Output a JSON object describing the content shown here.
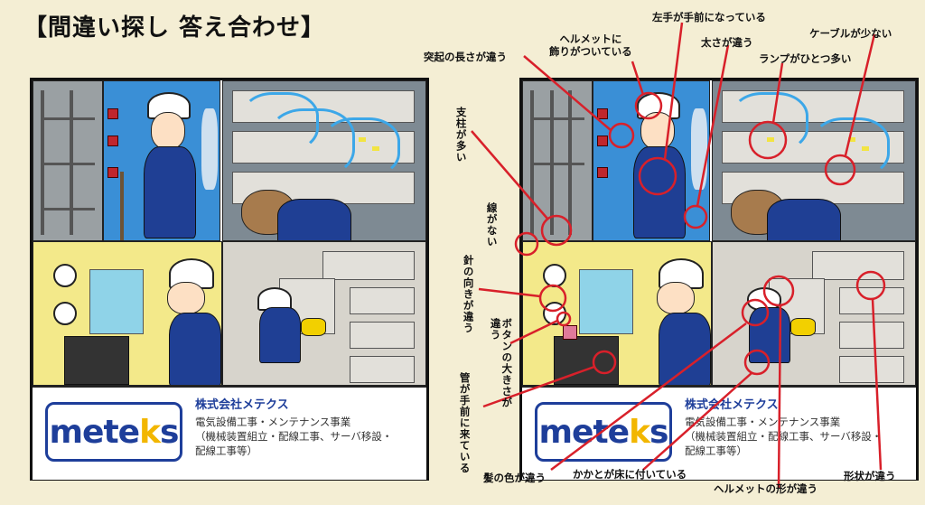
{
  "title": "【間違い探し  答え合わせ】",
  "company": {
    "logo_prefix": "mete",
    "logo_k": "k",
    "logo_suffix": "s",
    "name": "株式会社メテクス",
    "line1": "電気設備工事・メンテナンス事業",
    "line2": "（機械装置組立・配線工事、サーバ移設・",
    "line3": "配線工事等）"
  },
  "colors": {
    "accent_red": "#d8202a",
    "brand_blue": "#1e3e9a",
    "brand_yellow": "#f2b600",
    "background": "#f4eed4"
  },
  "annotations": {
    "helmet_decoration": "ヘルメットに\n飾りがついている",
    "left_hand": "左手が手前になっている",
    "cable_few": "ケーブルが少ない",
    "protrusion": "突起の長さが違う",
    "thickness": "太さが違う",
    "lamp": "ランプがひとつ多い",
    "pillar": "支柱が多い",
    "no_line": "線がない",
    "needle": "針の向きが違う",
    "button": "ボタンの大きさが違う",
    "pipe": "管が手前に来ている",
    "hair": "髪の色が違う",
    "heel": "かかとが床に付いている",
    "helmet_shape": "ヘルメットの形が違う",
    "shape": "形状が違う"
  }
}
